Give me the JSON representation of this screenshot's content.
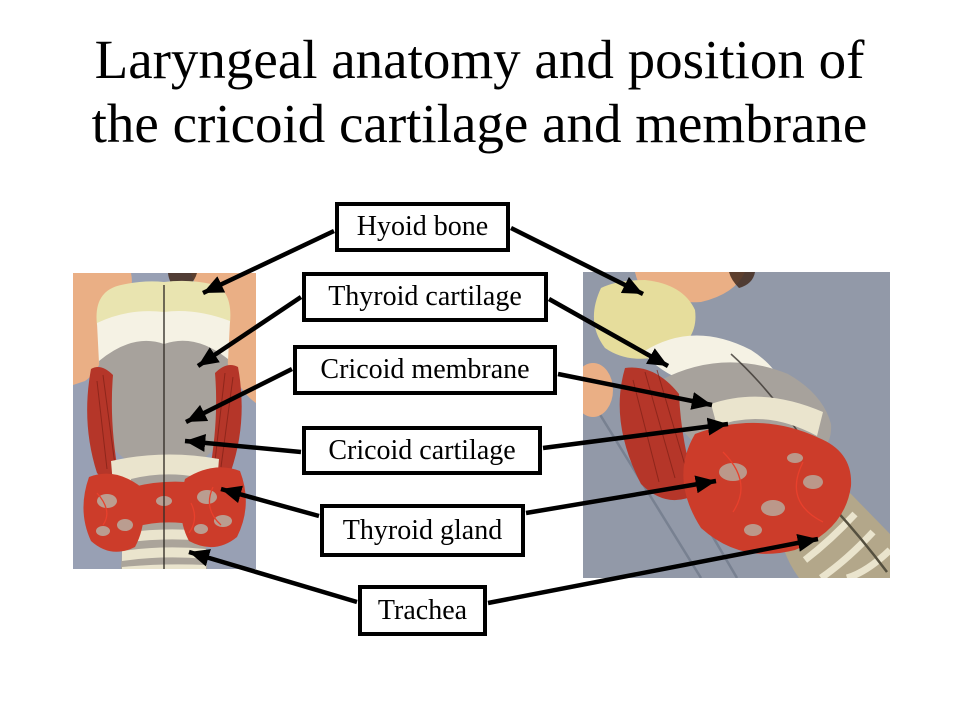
{
  "slide": {
    "title_lines": [
      "Laryngeal anatomy and position of",
      "the cricoid cartilage and membrane"
    ]
  },
  "labels": [
    {
      "text": "Hyoid bone"
    },
    {
      "text": "Thyroid cartilage"
    },
    {
      "text": "Cricoid membrane"
    },
    {
      "text": "Cricoid cartilage"
    },
    {
      "text": "Thyroid gland"
    },
    {
      "text": "Trachea"
    }
  ],
  "images": {
    "left": {
      "description": "Front (anterior) view of a painted larynx anatomical model held by fingers over blue-gray cloth"
    },
    "right": {
      "description": "Oblique view of the same larynx model lying on blue-gray cloth, trachea extending to lower right"
    }
  },
  "palette": {
    "background": "#ffffff",
    "text": "#000000",
    "box_border": "#000000",
    "box_fill": "#ffffff",
    "arrow": "#000000",
    "fabric_left": "#98a0b4",
    "fabric_right": "#9299a8",
    "fabric_fold": "#6e7687",
    "skin": "#eaaf85",
    "skin_shadow": "#442b1e",
    "bone_cream": "#e9e4b0",
    "bone_yellow": "#e6dd9c",
    "cartilage_white": "#f5f2e4",
    "cartilage_gray": "#a7a29c",
    "muscle_red": "#b53629",
    "muscle_streak": "#7e1f15",
    "gland_red": "#cc3c2a",
    "gland_marble": "#b8afa2",
    "gland_vein": "#e8402c",
    "trachea_gray": "#aba49a",
    "trachea_tan": "#b3a78a",
    "ring_cream": "#eae4cd",
    "midline": "#332e28"
  }
}
